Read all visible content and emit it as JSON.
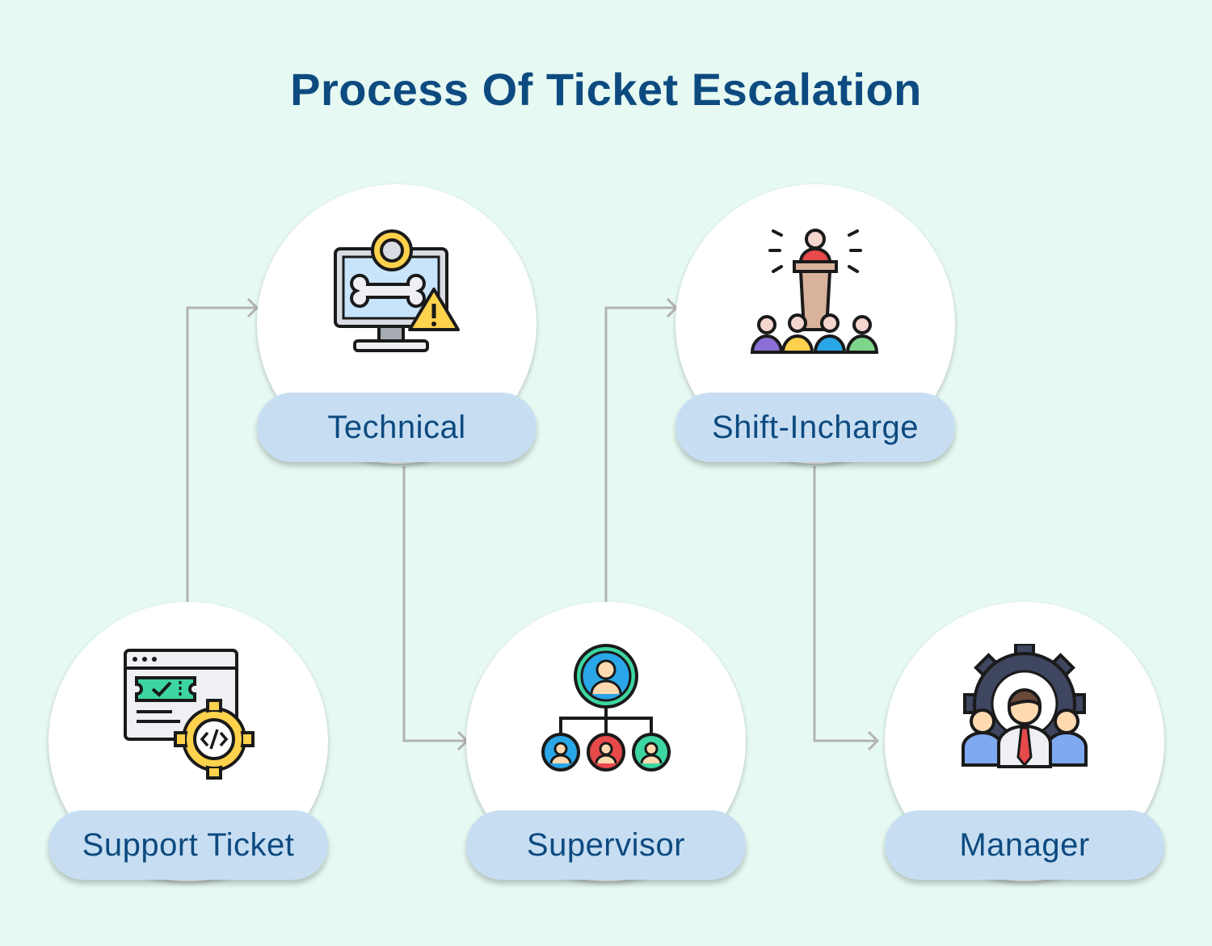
{
  "title": "Process Of Ticket Escalation",
  "steps": [
    {
      "label": "Support Ticket",
      "icon": "ticket-gear-icon"
    },
    {
      "label": "Technical",
      "icon": "computer-repair-warning-icon"
    },
    {
      "label": "Supervisor",
      "icon": "org-hierarchy-icon"
    },
    {
      "label": "Shift-Incharge",
      "icon": "speaker-podium-crowd-icon"
    },
    {
      "label": "Manager",
      "icon": "manager-gear-team-icon"
    }
  ],
  "colors": {
    "background": "#e6f9f2",
    "title": "#0d4a80",
    "pill": "#c7def2",
    "connector": "#b3b3b3",
    "icon_yellow": "#ffd24d",
    "icon_green": "#3dd6a0",
    "icon_blue": "#2aa7e8",
    "icon_red": "#e8494b"
  }
}
